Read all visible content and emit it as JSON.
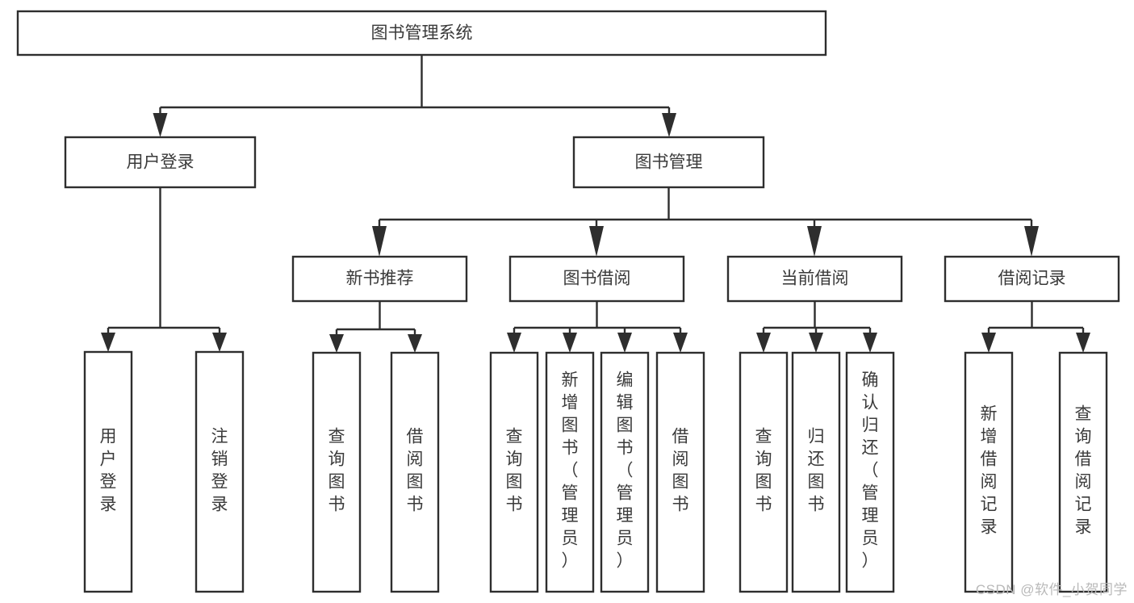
{
  "diagram": {
    "type": "hierarchy-tree",
    "title": "图书管理系统",
    "watermark": "CSDN @软件_小贺同学",
    "colors": {
      "box_stroke": "#2e2e2e",
      "box_fill": "#ffffff",
      "text": "#3a3a3a",
      "connector": "#2e2e2e",
      "watermark": "#b9b9b9",
      "background": "#ffffff"
    },
    "levels": {
      "level1": [
        {
          "id": "root",
          "label": "图书管理系统",
          "orientation": "horizontal"
        }
      ],
      "level2": [
        {
          "id": "user-login",
          "label": "用户登录",
          "orientation": "horizontal",
          "parent": "root"
        },
        {
          "id": "book-manage",
          "label": "图书管理",
          "orientation": "horizontal",
          "parent": "root"
        }
      ],
      "level3": [
        {
          "id": "new-book-rec",
          "label": "新书推荐",
          "orientation": "horizontal",
          "parent": "book-manage"
        },
        {
          "id": "book-borrow",
          "label": "图书借阅",
          "orientation": "horizontal",
          "parent": "book-manage"
        },
        {
          "id": "current-borrow",
          "label": "当前借阅",
          "orientation": "horizontal",
          "parent": "book-manage"
        },
        {
          "id": "borrow-record",
          "label": "借阅记录",
          "orientation": "horizontal",
          "parent": "book-manage"
        }
      ],
      "level4": [
        {
          "id": "leaf-user-login",
          "label": "用户登录",
          "orientation": "vertical",
          "parent": "user-login"
        },
        {
          "id": "leaf-logout-login",
          "label": "注销登录",
          "orientation": "vertical",
          "parent": "user-login"
        },
        {
          "id": "leaf-query-book-1",
          "label": "查询图书",
          "orientation": "vertical",
          "parent": "new-book-rec"
        },
        {
          "id": "leaf-borrow-book-1",
          "label": "借阅图书",
          "orientation": "vertical",
          "parent": "new-book-rec"
        },
        {
          "id": "leaf-query-book-2",
          "label": "查询图书",
          "orientation": "vertical",
          "parent": "book-borrow"
        },
        {
          "id": "leaf-add-book",
          "label": "新增图书（管理员）",
          "orientation": "vertical",
          "parent": "book-borrow"
        },
        {
          "id": "leaf-edit-book",
          "label": "编辑图书（管理员）",
          "orientation": "vertical",
          "parent": "book-borrow"
        },
        {
          "id": "leaf-borrow-book-2",
          "label": "借阅图书",
          "orientation": "vertical",
          "parent": "book-borrow"
        },
        {
          "id": "leaf-query-book-3",
          "label": "查询图书",
          "orientation": "vertical",
          "parent": "current-borrow"
        },
        {
          "id": "leaf-return-book",
          "label": "归还图书",
          "orientation": "vertical",
          "parent": "current-borrow"
        },
        {
          "id": "leaf-confirm-return",
          "label": "确认归还（管理员）",
          "orientation": "vertical",
          "parent": "current-borrow"
        },
        {
          "id": "leaf-add-record",
          "label": "新增借阅记录",
          "orientation": "vertical",
          "parent": "borrow-record"
        },
        {
          "id": "leaf-query-record",
          "label": "查询借阅记录",
          "orientation": "vertical",
          "parent": "borrow-record"
        }
      ]
    }
  }
}
